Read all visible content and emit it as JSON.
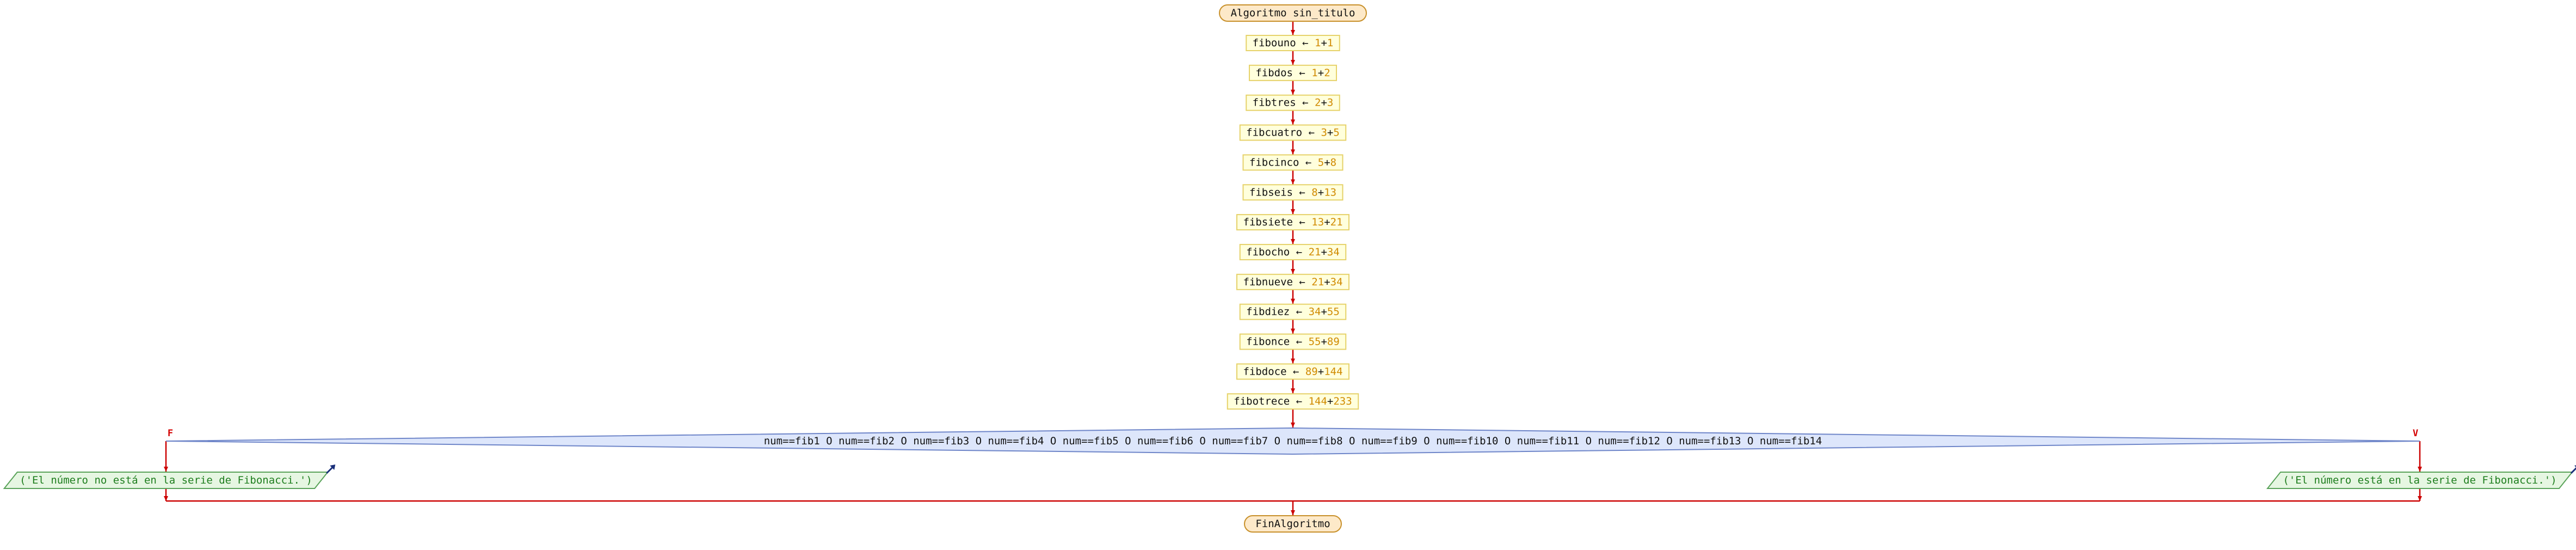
{
  "diagram": {
    "start_label": "Algoritmo sin_titulo",
    "end_label": "FinAlgoritmo",
    "arrow_symbol": "←",
    "assignments": [
      {
        "var": "fibouno",
        "a": "1",
        "b": "1"
      },
      {
        "var": "fibdos",
        "a": "1",
        "b": "2"
      },
      {
        "var": "fibtres",
        "a": "2",
        "b": "3"
      },
      {
        "var": "fibcuatro",
        "a": "3",
        "b": "5"
      },
      {
        "var": "fibcinco",
        "a": "5",
        "b": "8"
      },
      {
        "var": "fibseis",
        "a": "8",
        "b": "13"
      },
      {
        "var": "fibsiete",
        "a": "13",
        "b": "21"
      },
      {
        "var": "fibocho",
        "a": "21",
        "b": "34"
      },
      {
        "var": "fibnueve",
        "a": "21",
        "b": "34"
      },
      {
        "var": "fibdiez",
        "a": "34",
        "b": "55"
      },
      {
        "var": "fibonce",
        "a": "55",
        "b": "89"
      },
      {
        "var": "fibdoce",
        "a": "89",
        "b": "144"
      },
      {
        "var": "fibotrece",
        "a": "144",
        "b": "233"
      }
    ],
    "condition": "num==fib1 O num==fib2 O num==fib3 O num==fib4 O num==fib5 O num==fib6 O num==fib7 O num==fib8 O num==fib9 O num==fib10 O num==fib11 O num==fib12 O num==fib13 O num==fib14",
    "false_label": "F",
    "true_label": "V",
    "false_output": "('El número no está en la serie de Fibonacci.')",
    "true_output": "('El número está en la serie de Fibonacci.')"
  },
  "colors": {
    "line": "#cc0000",
    "terminal_fill": "#fde9c9",
    "terminal_border": "#c8902a",
    "process_fill": "#ffffdc",
    "process_border": "#e6d26a",
    "decision_fill": "#dde6fb",
    "decision_border": "#6f86c9",
    "output_fill": "#e6f6e2",
    "output_border": "#5aa35a",
    "output_arrow": "#1a2f7a"
  }
}
